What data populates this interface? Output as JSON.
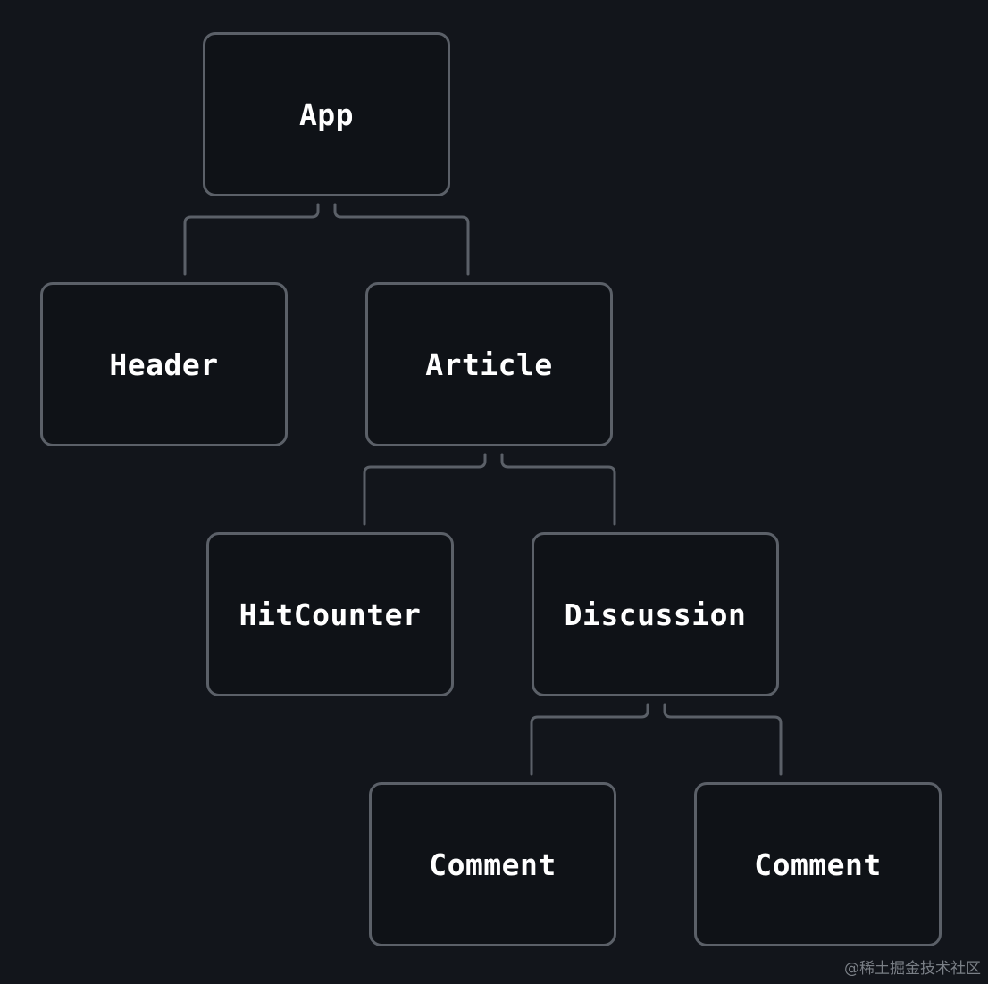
{
  "nodes": [
    {
      "id": "app",
      "label": "App"
    },
    {
      "id": "header",
      "label": "Header"
    },
    {
      "id": "article",
      "label": "Article"
    },
    {
      "id": "hitcounter",
      "label": "HitCounter"
    },
    {
      "id": "discussion",
      "label": "Discussion"
    },
    {
      "id": "comment1",
      "label": "Comment"
    },
    {
      "id": "comment2",
      "label": "Comment"
    }
  ],
  "edges": [
    {
      "from": "app",
      "to": "header"
    },
    {
      "from": "app",
      "to": "article"
    },
    {
      "from": "article",
      "to": "hitcounter"
    },
    {
      "from": "article",
      "to": "discussion"
    },
    {
      "from": "discussion",
      "to": "comment1"
    },
    {
      "from": "discussion",
      "to": "comment2"
    }
  ],
  "watermark": "@稀土掘金技术社区"
}
